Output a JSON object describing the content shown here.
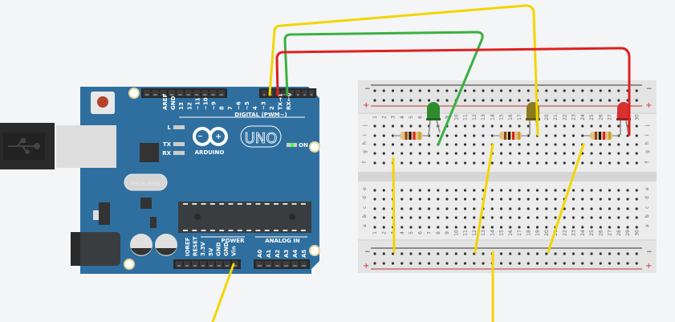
{
  "canvas": {
    "background": "#f4f5f7"
  },
  "arduino": {
    "brand": "ARDUINO",
    "model": "UNO",
    "on_label": "ON",
    "digital_header": "DIGITAL (PWM~)",
    "power_header": "POWER",
    "analog_header": "ANALOG IN",
    "led_l": "L",
    "led_tx": "TX",
    "led_rx": "RX",
    "crystal": "SFK16.000G",
    "digital_pins": [
      "AREF",
      "GND",
      "13",
      "12",
      "~11",
      "~10",
      "~9",
      "8",
      "7",
      "~6",
      "~5",
      "4",
      "~3",
      "2",
      "TX→1",
      "RX←0"
    ],
    "power_pins": [
      "IOREF",
      "RESET",
      "3.3V",
      "5V",
      "GND",
      "GND",
      "Vin"
    ],
    "analog_pins": [
      "A0",
      "A1",
      "A2",
      "A3",
      "A4",
      "A5"
    ],
    "board_color": "#2f6f9f"
  },
  "breadboard": {
    "rows_top": [
      "j",
      "i",
      "h",
      "g",
      "f"
    ],
    "rows_bottom": [
      "e",
      "d",
      "c",
      "b",
      "a"
    ],
    "columns": [
      "1",
      "2",
      "3",
      "4",
      "5",
      "6",
      "7",
      "8",
      "9",
      "10",
      "11",
      "12",
      "13",
      "14",
      "15",
      "16",
      "17",
      "18",
      "19",
      "20",
      "21",
      "22",
      "23",
      "24",
      "25",
      "26",
      "27",
      "28",
      "29",
      "30"
    ],
    "rail_minus": "−",
    "rail_plus": "+"
  },
  "components": {
    "leds": [
      {
        "name": "green-led",
        "color": "#2e8b2e"
      },
      {
        "name": "yellow-led",
        "color": "#8b7a1e"
      },
      {
        "name": "red-led",
        "color": "#d93030"
      }
    ],
    "resistors": 3
  },
  "wires": [
    {
      "name": "wire-yellow-pin4",
      "color": "#f2d600"
    },
    {
      "name": "wire-green-pin2",
      "color": "#3cb043"
    },
    {
      "name": "wire-red-pin3",
      "color": "#e02020"
    },
    {
      "name": "wire-yellow-gnd",
      "color": "#f2d600"
    }
  ]
}
